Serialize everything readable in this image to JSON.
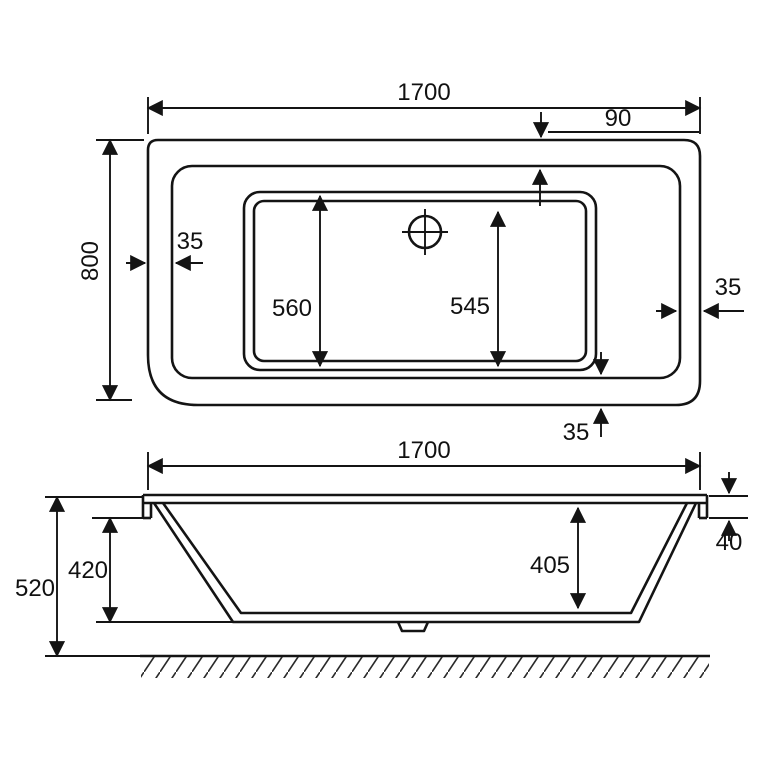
{
  "drawing": {
    "background": "#ffffff",
    "line_color": "#141414",
    "views": {
      "plan": {
        "overall_length": "1700",
        "head_rim_width": "90",
        "overall_width": "800",
        "side_rim_left": "35",
        "side_rim_right": "35",
        "foot_rim": "35",
        "interior_width": "560",
        "interior_length": "545"
      },
      "elevation": {
        "overall_length": "1700",
        "rim_lip_height": "40",
        "internal_depth": "405",
        "base_to_floor_height": "420",
        "overall_height": "520"
      }
    }
  }
}
